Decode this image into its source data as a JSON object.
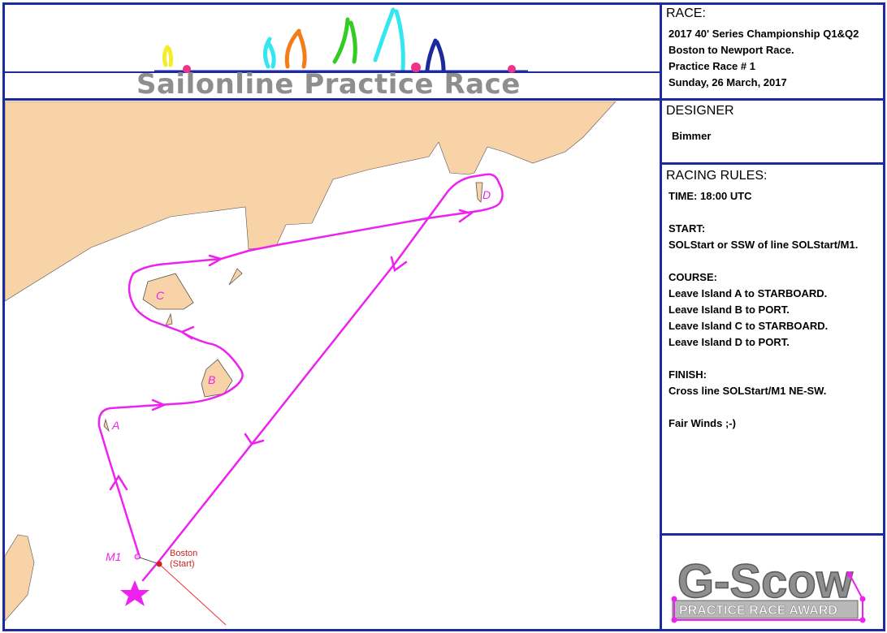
{
  "header": {
    "title": "Sailonline Practice Race"
  },
  "race": {
    "heading": "RACE:",
    "lines": [
      "2017 40' Series Championship Q1&Q2",
      "Boston to Newport Race.",
      "Practice Race # 1",
      "Sunday, 26 March, 2017"
    ]
  },
  "designer": {
    "heading": "DESIGNER",
    "name": "Bimmer"
  },
  "rules": {
    "heading": "RACING RULES:",
    "time": "TIME: 18:00 UTC",
    "start_heading": "START:",
    "start_text": "SOLStart or SSW of line SOLStart/M1.",
    "course_heading": "COURSE:",
    "course": [
      "Leave Island A to STARBOARD.",
      "Leave Island B to PORT.",
      "Leave Island C to STARBOARD.",
      "Leave Island D to PORT."
    ],
    "finish_heading": "FINISH:",
    "finish_text": "Cross line SOLStart/M1 NE-SW.",
    "closing": "Fair Winds ;-)"
  },
  "map": {
    "island_labels": [
      "A",
      "B",
      "C",
      "D"
    ],
    "mark_label": "M1",
    "start_label_line1": "Boston",
    "start_label_line2": "(Start)"
  },
  "award": {
    "title": "G-Scow",
    "subtitle": "PRACTICE RACE AWARD"
  },
  "colors": {
    "frame": "#1d2a9e",
    "land": "#f8d3a7",
    "course": "#ee22ee",
    "start_marker": "#cc2222",
    "title_gray": "#8e8e8e"
  }
}
